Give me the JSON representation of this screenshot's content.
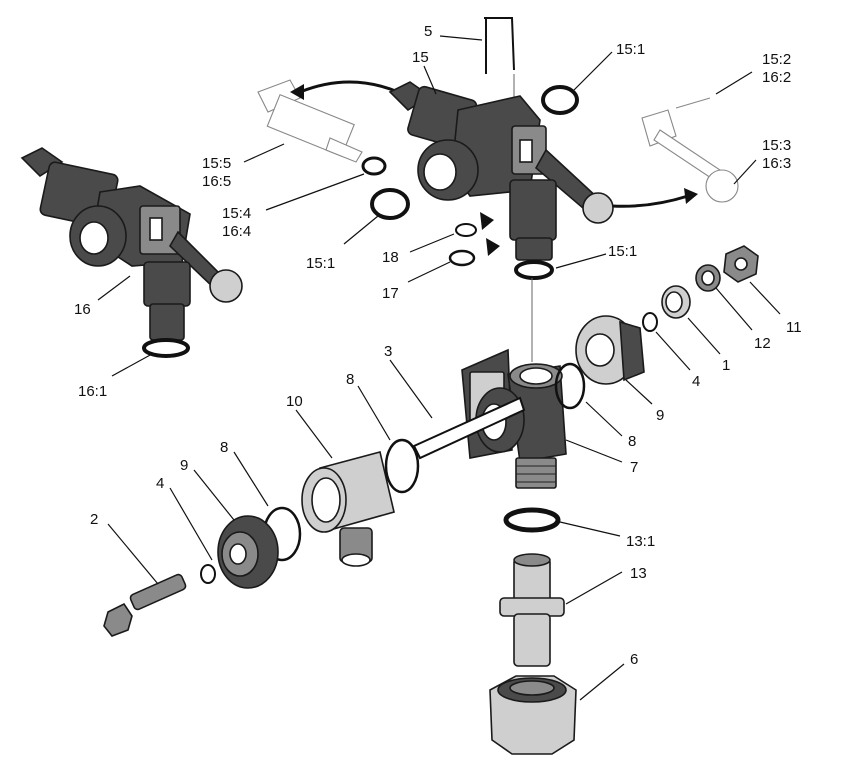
{
  "labels": {
    "l5": "5",
    "l15": "15",
    "l15_1a": "15:1",
    "l15_2": "15:2",
    "l16_2": "16:2",
    "l15_3": "15:3",
    "l16_3": "16:3",
    "l15_5": "15:5",
    "l16_5": "16:5",
    "l15_4": "15:4",
    "l16_4": "16:4",
    "l15_1b": "15:1",
    "l18": "18",
    "l17": "17",
    "l15_1c": "15:1",
    "l16": "16",
    "l16_1": "16:1",
    "l11": "11",
    "l12": "12",
    "l1": "1",
    "l4a": "4",
    "l9a": "9",
    "l3": "3",
    "l8a": "8",
    "l10": "10",
    "l8b": "8",
    "l7": "7",
    "l13_1": "13:1",
    "l13": "13",
    "l2": "2",
    "l4b": "4",
    "l9b": "9",
    "l8c": "8",
    "l6": "6"
  },
  "colors": {
    "part_dark": "#4a4a4a",
    "part_mid": "#8a8a8a",
    "part_light": "#cfcfcf",
    "line": "#111111"
  }
}
